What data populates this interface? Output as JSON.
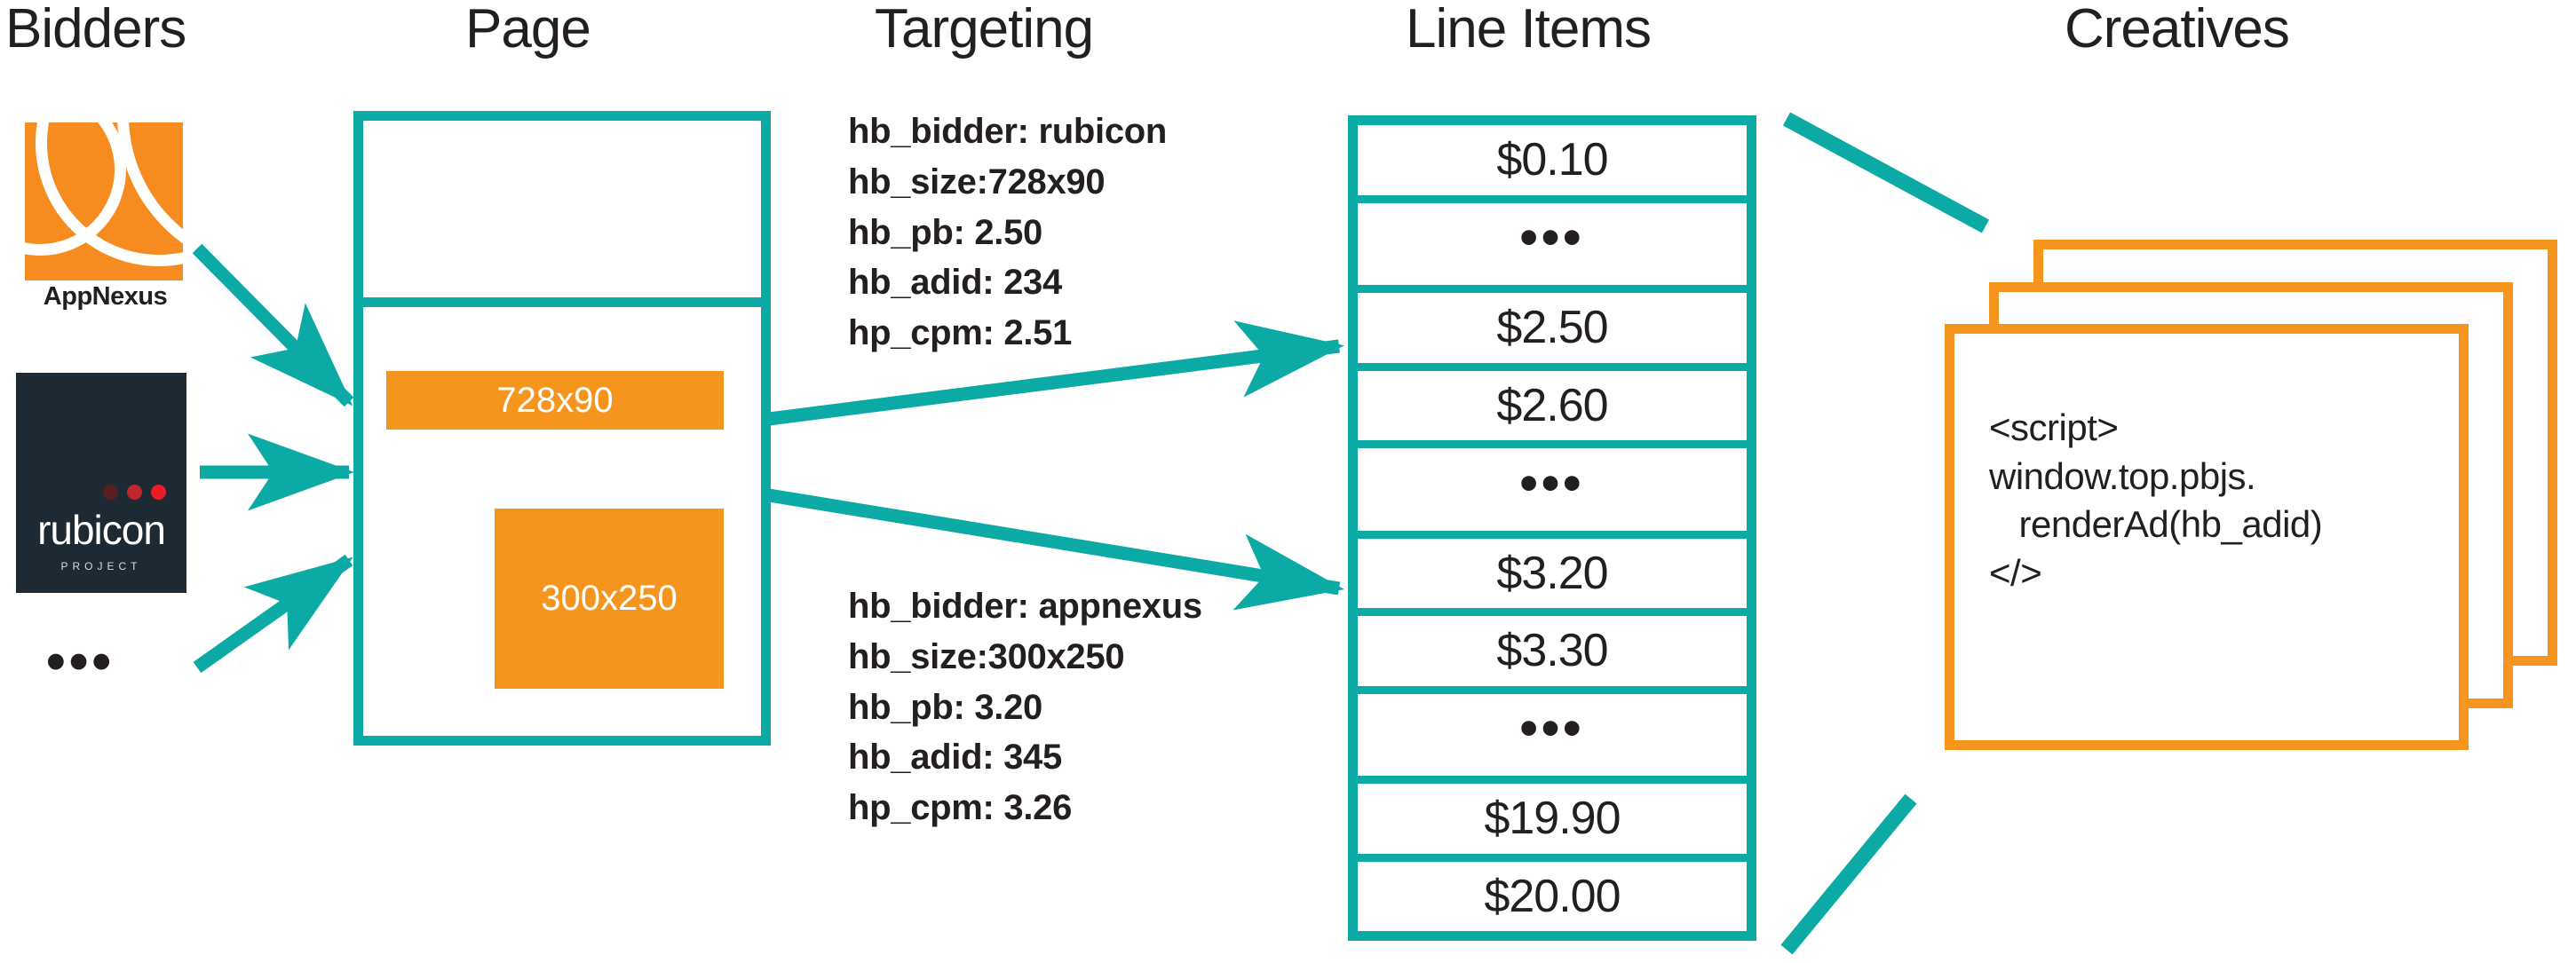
{
  "columns": [
    {
      "id": "bidders",
      "label": "Bidders"
    },
    {
      "id": "page",
      "label": "Page"
    },
    {
      "id": "targeting",
      "label": "Targeting"
    },
    {
      "id": "line-items",
      "label": "Line Items"
    },
    {
      "id": "creatives",
      "label": "Creatives"
    }
  ],
  "bidders": {
    "appnexus": {
      "name": "AppNexus",
      "logo_color": "#f68b1f"
    },
    "rubicon": {
      "word": "rubicon",
      "sub": "PROJECT",
      "bg_color": "#1d2a33",
      "dot_colors": [
        "#5a1f22",
        "#c0272d",
        "#ed1c24"
      ]
    },
    "more": "•••"
  },
  "page": {
    "border_color": "#0caaa4",
    "slots": [
      {
        "id": "leaderboard",
        "label": "728x90",
        "color": "#f6951e"
      },
      {
        "id": "mpu",
        "label": "300x250",
        "color": "#f6951e"
      }
    ]
  },
  "targeting": [
    {
      "id": "targeting-rubicon",
      "lines": [
        "hb_bidder: rubicon",
        "hb_size:728x90",
        "hb_pb: 2.50",
        "hb_adid: 234",
        "hp_cpm: 2.51"
      ]
    },
    {
      "id": "targeting-appnexus",
      "lines": [
        "hb_bidder: appnexus",
        "hb_size:300x250",
        "hb_pb: 3.20",
        "hb_adid: 345",
        "hp_cpm: 3.26"
      ]
    }
  ],
  "line_items": {
    "border_color": "#0caaa4",
    "rows": [
      {
        "label": "$0.10",
        "kind": "price"
      },
      {
        "label": "•••",
        "kind": "dots"
      },
      {
        "label": "$2.50",
        "kind": "price"
      },
      {
        "label": "$2.60",
        "kind": "price"
      },
      {
        "label": "•••",
        "kind": "dots"
      },
      {
        "label": "$3.20",
        "kind": "price"
      },
      {
        "label": "$3.30",
        "kind": "price"
      },
      {
        "label": "•••",
        "kind": "dots"
      },
      {
        "label": "$19.90",
        "kind": "price"
      },
      {
        "label": "$20.00",
        "kind": "price"
      }
    ]
  },
  "creatives": {
    "border_color": "#f6951e",
    "code": "<script>\nwindow.top.pbjs.\n   renderAd(hb_adid)\n</​>"
  },
  "theme": {
    "teal": "#0caaa4",
    "orange": "#f6951e",
    "ink": "#231f20"
  }
}
